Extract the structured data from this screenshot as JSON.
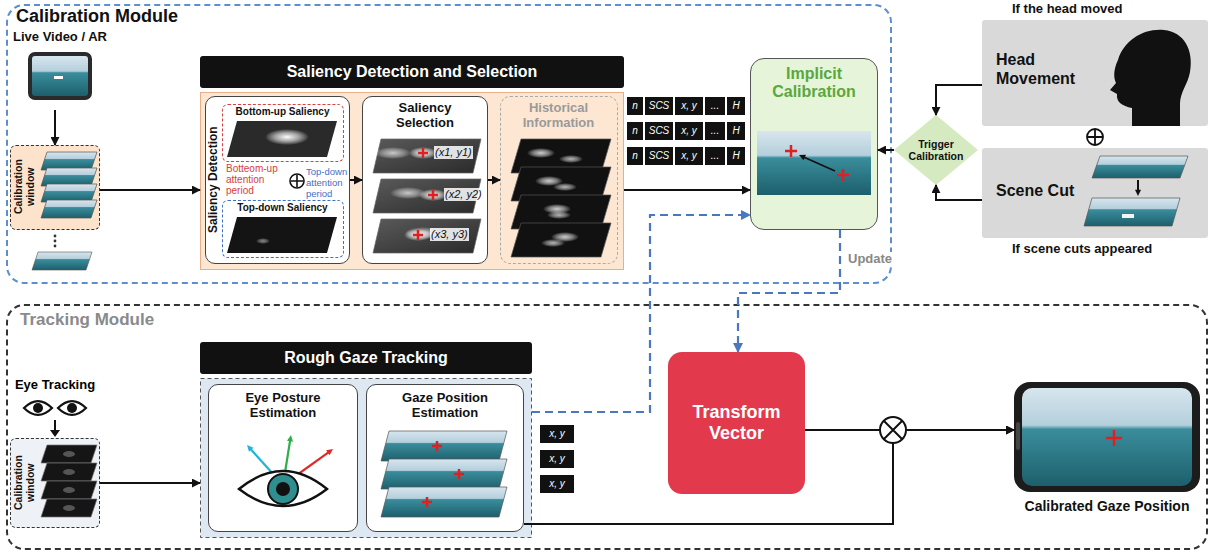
{
  "diagram": {
    "nodes": [
      {
        "text": [
          "Calibration Module"
        ]
      },
      {
        "text": [
          "Live Video / AR"
        ],
        "in": 0
      },
      {
        "text": [
          "Calibration window"
        ],
        "in": 0
      },
      {
        "text": [
          "Saliency Detection and Selection"
        ],
        "in": 0
      },
      {
        "text": [
          "Saliency Detection"
        ],
        "in": 3
      },
      {
        "text": [
          "Bottom-up Saliency"
        ],
        "in": 4
      },
      {
        "text": [
          "Top-down Saliency"
        ],
        "in": 4
      },
      {
        "text": [
          "Saliency Selection"
        ],
        "in": 3
      },
      {
        "text": [
          "Historical Information"
        ],
        "in": 3
      },
      {
        "text": [
          "Implicit Calibration"
        ],
        "in": 0
      },
      {
        "text": [
          "Trigger Calibration"
        ]
      },
      {
        "text": [
          "If the head moved",
          "Head Movement"
        ]
      },
      {
        "text": [
          "Scene Cut",
          "If scene cuts appeared"
        ]
      },
      {
        "text": [
          "Tracking Module"
        ]
      },
      {
        "text": [
          "Calibration window"
        ],
        "in": 13
      },
      {
        "text": [
          "Rough Gaze Tracking"
        ],
        "in": 13
      },
      {
        "text": [
          "Eye Posture Estimation"
        ],
        "in": 15
      },
      {
        "text": [
          "Gaze Position Estimation"
        ],
        "in": 15
      },
      {
        "text": [
          "Transform Vector"
        ],
        "in": 13
      },
      {
        "text": [
          "Calibrated Gaze Position"
        ],
        "in": 13
      }
    ],
    "edges": [
      {
        "from": 1,
        "to": 2,
        "arrow": "to"
      },
      {
        "from": 2,
        "to": 3,
        "arrow": "to"
      },
      {
        "from": 4,
        "to": 7,
        "arrow": "to"
      },
      {
        "from": 7,
        "to": 8,
        "arrow": "to"
      },
      {
        "from": 3,
        "to": 9,
        "arrow": "to"
      },
      {
        "from": 10,
        "to": 9,
        "arrow": "to"
      },
      {
        "from": 11,
        "to": 10,
        "arrow": "to"
      },
      {
        "from": 12,
        "to": 10,
        "arrow": "to"
      },
      {
        "from": 15,
        "to": 9,
        "arrow": "to"
      },
      {
        "from": 9,
        "to": 18,
        "label": "Update",
        "arrow": "to"
      },
      {
        "from": 14,
        "to": 15,
        "arrow": "to"
      },
      {
        "from": 17,
        "to": 19,
        "arrow": "to"
      },
      {
        "from": 18,
        "to": 19,
        "arrow": "to"
      }
    ],
    "labels": [
      "Botteom-up attention period",
      "Top-down attention period",
      "(x1, y1)",
      "(x2, y2)",
      "(x3, y3)",
      "n",
      "SCS",
      "x, y",
      "...",
      "H",
      "n",
      "SCS",
      "x, y",
      "...",
      "H",
      "n",
      "SCS",
      "x, y",
      "...",
      "H",
      "Eye Tracking",
      "x, y",
      "x, y",
      "x, y"
    ]
  }
}
